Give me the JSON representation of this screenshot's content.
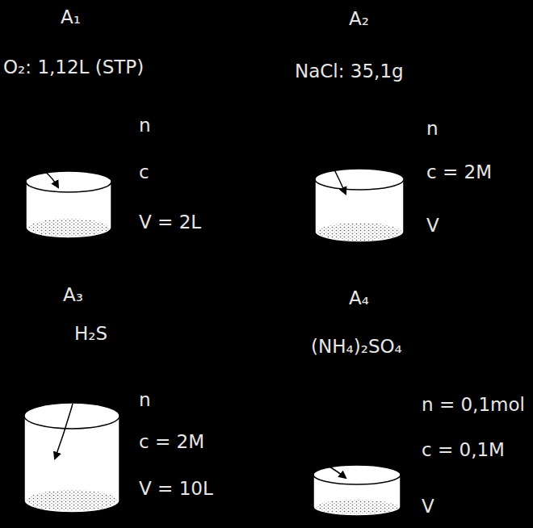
{
  "diagram": {
    "labels": [
      "A₁",
      "O₂: 1,12L (STP)",
      "n",
      "c",
      "V = 2L",
      "A₂",
      "NaCl: 35,1g",
      "n",
      "c = 2M",
      "V",
      "A₃",
      "H₂S",
      "n",
      "c = 2M",
      "V = 10L",
      "A₄",
      "(NH₄)₂SO₄",
      "n = 0,1mol",
      "c = 0,1M",
      "V"
    ]
  }
}
